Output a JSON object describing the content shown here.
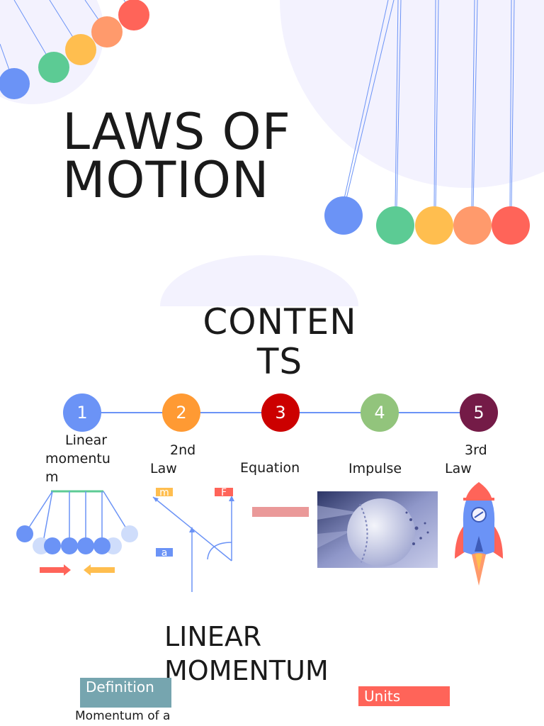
{
  "slide1": {
    "title": "LAWS OF MOTION",
    "ball_colors": [
      "#6B93F6",
      "#5CCB94",
      "#FFBE4F",
      "#FF9A6C",
      "#FF6459"
    ]
  },
  "slide2": {
    "title": "CONTENTS",
    "title_lines": [
      "CONTEN",
      "TS"
    ],
    "items": [
      {
        "number": "1",
        "label": "Linear momentum",
        "label_lines": [
          "Linear",
          "momentu",
          "m"
        ],
        "color": "#6B93F6"
      },
      {
        "number": "2",
        "label": "2nd Law",
        "label_lines": [
          "2nd",
          "Law"
        ],
        "color": "#FF9A33"
      },
      {
        "number": "3",
        "label": "Equation",
        "label_lines": [
          "Equation"
        ],
        "color": "#CC0000"
      },
      {
        "number": "4",
        "label": "Impulse",
        "label_lines": [
          "Impulse"
        ],
        "color": "#92C47C"
      },
      {
        "number": "5",
        "label": "3rd Law",
        "label_lines": [
          "3rd",
          "Law"
        ],
        "color": "#741B47"
      }
    ],
    "vector_labels": {
      "mass": "m",
      "force": "F",
      "acceleration": "a"
    }
  },
  "slide3": {
    "title": "LINEAR MOMENTUM",
    "title_lines": [
      "LINEAR",
      "MOMENTUM"
    ],
    "definition_tag": "Definition",
    "units_tag": "Units",
    "caption": "Momentum of a"
  }
}
